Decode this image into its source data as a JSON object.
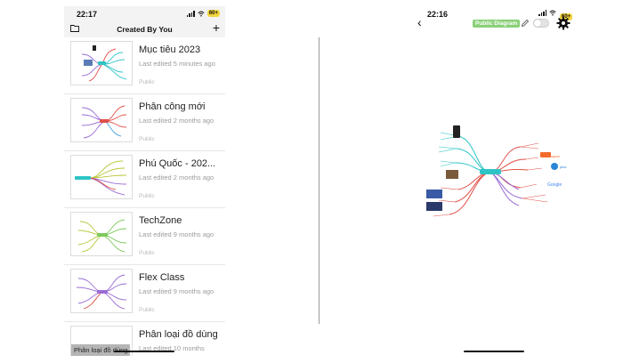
{
  "left_screen": {
    "status_time": "22:17",
    "battery": "60+",
    "header_title": "Created By You",
    "items": [
      {
        "title": "Mục tiêu 2023",
        "edited": "Last edited 5 minutes ago",
        "visibility": "Public"
      },
      {
        "title": "Phân công mới",
        "edited": "Last edited 2 months ago",
        "visibility": "Public"
      },
      {
        "title": "Phú Quốc - 202...",
        "edited": "Last edited 2 months ago",
        "visibility": "Public"
      },
      {
        "title": "TechZone",
        "edited": "Last edited 9 months ago",
        "visibility": "Public"
      },
      {
        "title": "Flex Class",
        "edited": "Last edited 9 months ago",
        "visibility": "Public"
      },
      {
        "title": "Phân loại đồ dùng",
        "edited": "Last edited 10 months",
        "visibility": ""
      }
    ],
    "tooltip": "Phân loại đồ dùng"
  },
  "right_screen": {
    "status_time": "22:16",
    "battery": "60+",
    "badge": "Public Diagram",
    "logo_shopee": "Shopee",
    "logo_google": "Google",
    "logo_plus": "plus"
  },
  "colors": {
    "accent_green": "#8bd07a",
    "thumb_cyan": "#2ec4c6",
    "thumb_purple": "#9a6cd6",
    "thumb_red": "#e0504a",
    "thumb_olive": "#b9c83a",
    "thumb_green": "#7dc95a"
  }
}
